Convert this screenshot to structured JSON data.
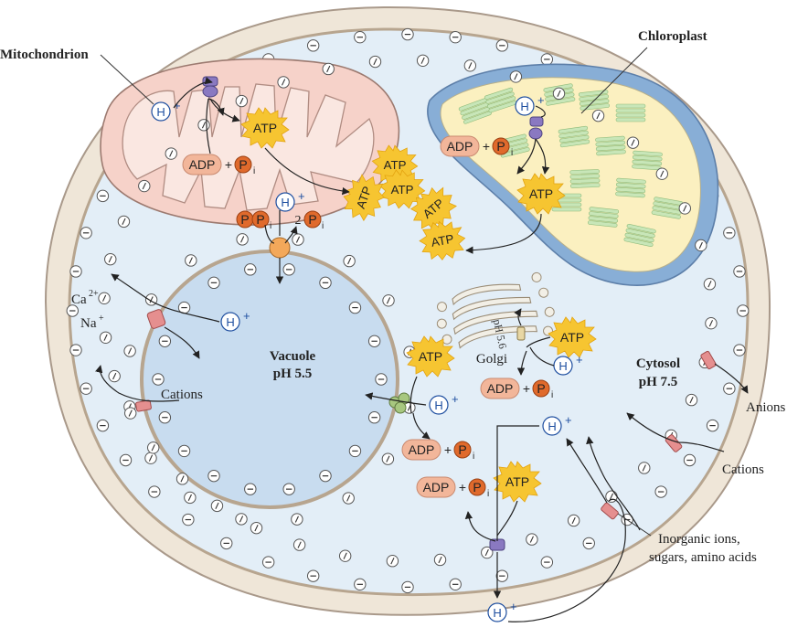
{
  "labels": {
    "mitochondrion": "Mitochondrion",
    "chloroplast": "Chloroplast",
    "vacuole": "Vacuole",
    "vacuole_ph": "pH 5.5",
    "cytosol": "Cytosol",
    "cytosol_ph": "pH 7.5",
    "golgi": "Golgi",
    "golgi_ph": "pH 5.6",
    "anions": "Anions",
    "cations_right": "Cations",
    "cations_left": "Cations",
    "ca": "Ca",
    "ca_charge": "2+",
    "na": "Na",
    "na_charge": "+",
    "inorganic_line1": "Inorganic ions,",
    "inorganic_line2": "sugars, amino acids"
  },
  "molecules": {
    "atp": "ATP",
    "adp": "ADP",
    "plus": "+",
    "p": "P",
    "p_sub": "i",
    "h": "H",
    "h_charge": "+",
    "two": "2"
  },
  "colors": {
    "cell_wall": "#efe6d8",
    "cytosol": "#e3eef7",
    "vacuole": "#c8dcef",
    "mito_outer": "#f6d2c9",
    "chloro_stroma": "#fbf0c0",
    "chloro_envelope": "#88aed6",
    "thylakoid": "#c8e6b8",
    "atp_burst": "#f6c531",
    "adp_pill": "#f2b69a",
    "pi_circle": "#e06a2c",
    "h_ion": "#ffffff",
    "transporter": "#e58f8f"
  },
  "icons": {
    "membrane_charge": "minus-circle-icon",
    "wall_charge": "minus-circle-icon",
    "pump": "atpase-pump-icon",
    "channel": "channel-protein-icon"
  }
}
